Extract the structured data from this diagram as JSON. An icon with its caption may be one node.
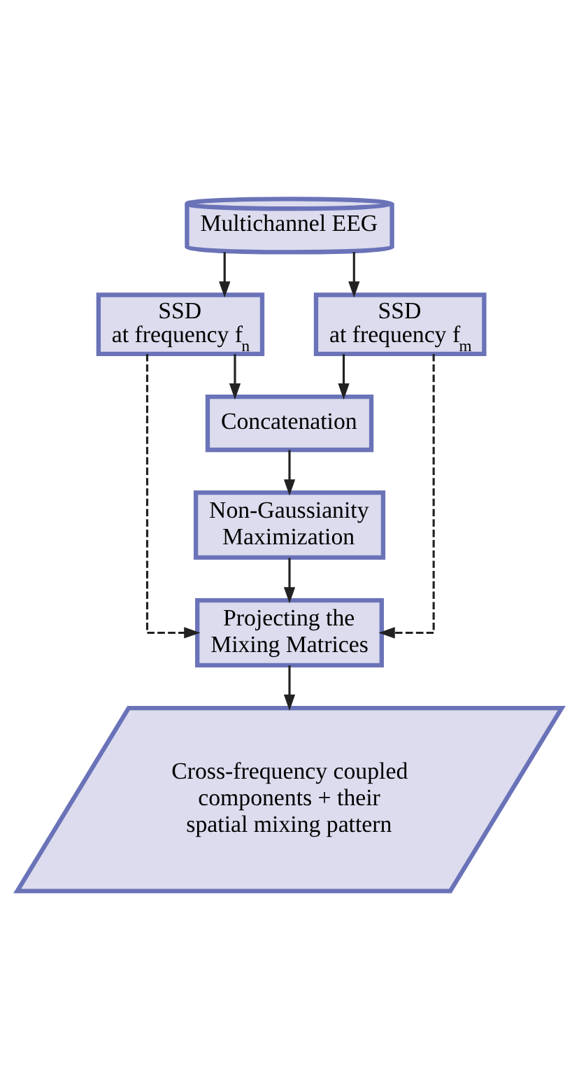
{
  "diagram": {
    "nodes": [
      {
        "text": [
          "Multichannel EEG"
        ]
      },
      {
        "text": [
          "SSD",
          "at frequency f$_{n}$"
        ]
      },
      {
        "text": [
          "SSD",
          "at frequency f$_{m}$"
        ]
      },
      {
        "text": [
          "Concatenation"
        ]
      },
      {
        "text": [
          "Non-Gaussianity Maximization"
        ]
      },
      {
        "text": [
          "Projecting the Mixing Matrices"
        ]
      },
      {
        "text": [
          "Cross-frequency coupled components + their spatial mixing pattern"
        ]
      }
    ],
    "edges": [
      {
        "from": 0,
        "to": 1,
        "arrow": "to"
      },
      {
        "from": 0,
        "to": 2,
        "arrow": "to"
      },
      {
        "from": 1,
        "to": 3,
        "arrow": "to"
      },
      {
        "from": 2,
        "to": 3,
        "arrow": "to"
      },
      {
        "from": 3,
        "to": 4,
        "arrow": "to"
      },
      {
        "from": 4,
        "to": 5,
        "arrow": "to"
      },
      {
        "from": 1,
        "to": 5,
        "arrow": "to",
        "style": "dashed"
      },
      {
        "from": 2,
        "to": 5,
        "arrow": "to",
        "style": "dashed"
      },
      {
        "from": 5,
        "to": 6,
        "arrow": "to"
      }
    ]
  }
}
